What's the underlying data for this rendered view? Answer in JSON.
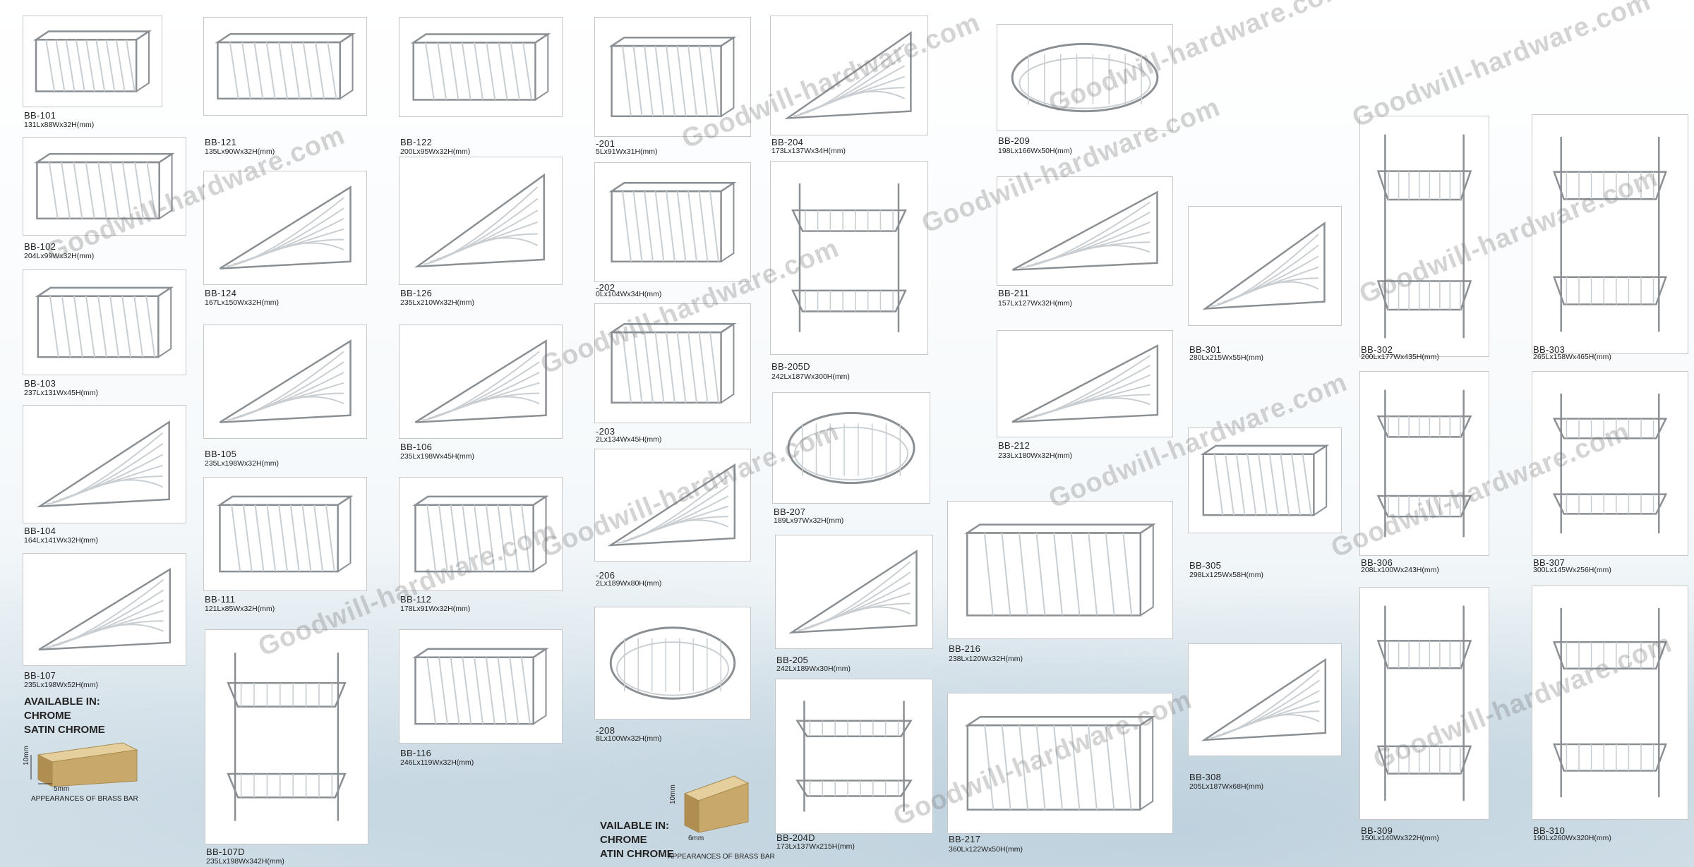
{
  "products": [
    {
      "code": "BB-101",
      "dim": "131Lx88Wx32H(mm)",
      "shape": "rect"
    },
    {
      "code": "BB-102",
      "dim": "204Lx99Wx32H(mm)",
      "shape": "rect"
    },
    {
      "code": "BB-103",
      "dim": "237Lx131Wx45H(mm)",
      "shape": "rect"
    },
    {
      "code": "BB-104",
      "dim": "164Lx141Wx32H(mm)",
      "shape": "corner"
    },
    {
      "code": "BB-107",
      "dim": "235Lx198Wx52H(mm)",
      "shape": "corner"
    },
    {
      "code": "BB-121",
      "dim": "135Lx90Wx32H(mm)",
      "shape": "rect"
    },
    {
      "code": "BB-124",
      "dim": "167Lx150Wx32H(mm)",
      "shape": "corner"
    },
    {
      "code": "BB-105",
      "dim": "235Lx198Wx32H(mm)",
      "shape": "corner"
    },
    {
      "code": "BB-111",
      "dim": "121Lx85Wx32H(mm)",
      "shape": "rect"
    },
    {
      "code": "BB-107D",
      "dim": "235Lx198Wx342H(mm)",
      "shape": "double"
    },
    {
      "code": "BB-122",
      "dim": "200Lx95Wx32H(mm)",
      "shape": "rect"
    },
    {
      "code": "BB-126",
      "dim": "235Lx210Wx32H(mm)",
      "shape": "corner"
    },
    {
      "code": "BB-106",
      "dim": "235Lx198Wx45H(mm)",
      "shape": "corner"
    },
    {
      "code": "BB-112",
      "dim": "178Lx91Wx32H(mm)",
      "shape": "rect"
    },
    {
      "code": "BB-116",
      "dim": "246Lx119Wx32H(mm)",
      "shape": "rect"
    },
    {
      "code": "-201",
      "dim": "5Lx91Wx31H(mm)",
      "shape": "rect"
    },
    {
      "code": "-202",
      "dim": "0Lx104Wx34H(mm)",
      "shape": "rect"
    },
    {
      "code": "-203",
      "dim": "2Lx134Wx45H(mm)",
      "shape": "rect"
    },
    {
      "code": "-206",
      "dim": "2Lx189Wx80H(mm)",
      "shape": "corner"
    },
    {
      "code": "-208",
      "dim": "8Lx100Wx32H(mm)",
      "shape": "oval"
    },
    {
      "code": "BB-204",
      "dim": "173Lx137Wx34H(mm)",
      "shape": "corner"
    },
    {
      "code": "BB-205D",
      "dim": "242Lx187Wx300H(mm)",
      "shape": "double"
    },
    {
      "code": "BB-207",
      "dim": "189Lx97Wx32H(mm)",
      "shape": "oval"
    },
    {
      "code": "BB-205",
      "dim": "242Lx189Wx30H(mm)",
      "shape": "corner"
    },
    {
      "code": "BB-204D",
      "dim": "173Lx137Wx215H(mm)",
      "shape": "double"
    },
    {
      "code": "BB-209",
      "dim": "198Lx166Wx50H(mm)",
      "shape": "oval"
    },
    {
      "code": "BB-211",
      "dim": "157Lx127Wx32H(mm)",
      "shape": "corner"
    },
    {
      "code": "BB-212",
      "dim": "233Lx180Wx32H(mm)",
      "shape": "corner"
    },
    {
      "code": "BB-216",
      "dim": "238Lx120Wx32H(mm)",
      "shape": "rect"
    },
    {
      "code": "BB-217",
      "dim": "360Lx122Wx50H(mm)",
      "shape": "rect"
    },
    {
      "code": "BB-301",
      "dim": "280Lx215Wx55H(mm)",
      "shape": "corner"
    },
    {
      "code": "BB-305",
      "dim": "298Lx125Wx58H(mm)",
      "shape": "rect"
    },
    {
      "code": "BB-308",
      "dim": "205Lx187Wx68H(mm)",
      "shape": "corner"
    },
    {
      "code": "BB-302",
      "dim": "200Lx177Wx435H(mm)",
      "shape": "double"
    },
    {
      "code": "BB-306",
      "dim": "208Lx100Wx243H(mm)",
      "shape": "double"
    },
    {
      "code": "BB-309",
      "dim": "150Lx140Wx322H(mm)",
      "shape": "double"
    },
    {
      "code": "BB-303",
      "dim": "265Lx158Wx465H(mm)",
      "shape": "double"
    },
    {
      "code": "BB-307",
      "dim": "300Lx145Wx256H(mm)",
      "shape": "double"
    },
    {
      "code": "BB-310",
      "dim": "190Lx260Wx320H(mm)",
      "shape": "double"
    }
  ],
  "availability": [
    {
      "lines": [
        "AVAILABLE IN:",
        "CHROME",
        "SATIN CHROME"
      ],
      "bar_h": "10mm",
      "bar_w": "5mm",
      "bar_caption": "APPEARANCES OF BRASS BAR"
    },
    {
      "lines": [
        "VAILABLE IN:",
        "CHROME",
        "ATIN CHROME"
      ],
      "bar_h": "10mm",
      "bar_w": "6mm",
      "bar_caption": "APPEARANCES OF BRASS BAR"
    }
  ],
  "watermark": "Goodwill-hardware.com",
  "colors": {
    "wire": "#8a8f94",
    "wire_light": "#c9ced2",
    "text": "#222222",
    "bar": "#c9a86b"
  }
}
